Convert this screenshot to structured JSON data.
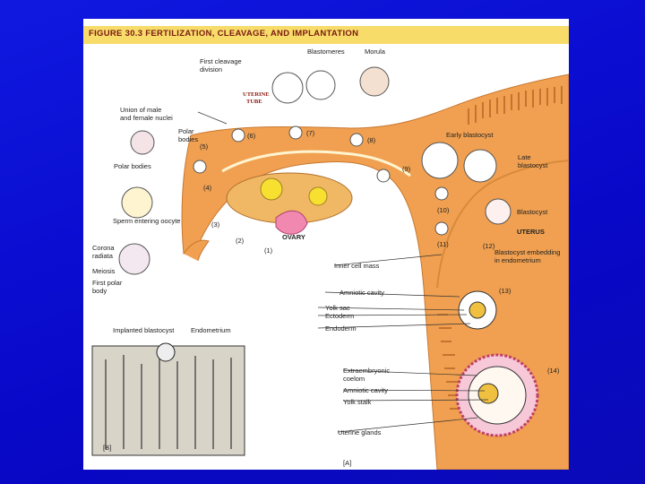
{
  "figure": {
    "title": "FIGURE 30.3  FERTILIZATION, CLEAVAGE, AND IMPLANTATION",
    "part_a": "[A]",
    "part_b": "[B]"
  },
  "labels": {
    "blastomeres": "Blastomeres",
    "morula": "Morula",
    "first_cleavage_1": "First cleavage",
    "first_cleavage_2": "division",
    "uterine_tube_1": "UTERINE",
    "uterine_tube_2": "TUBE",
    "union_1": "Union of male",
    "union_2": "and female nuclei",
    "polar_bodies_1": "Polar",
    "polar_bodies_2": "bodies",
    "polar_bodies_b": "Polar bodies",
    "sperm_entering": "Sperm entering oocyte",
    "corona_1": "Corona",
    "corona_2": "radiata",
    "meiosis": "Meiosis",
    "first_polar_1": "First polar",
    "first_polar_2": "body",
    "ovary": "OVARY",
    "early_blastocyst": "Early blastocyst",
    "late_blastocyst_1": "Late",
    "late_blastocyst_2": "blastocyst",
    "blastocyst": "Blastocyst",
    "uterus": "UTERUS",
    "inner_cell_mass": "Inner cell mass",
    "embedding_1": "Blastocyst embedding",
    "embedding_2": "in endometrium",
    "amniotic_cavity": "Amniotic cavity",
    "yolk_sac": "Yolk sac",
    "ectoderm": "Ectoderm",
    "endoderm": "Endoderm",
    "extraembryonic_1": "Extraembryonic",
    "extraembryonic_2": "coelom",
    "amniotic_cavity_2": "Amniotic cavity",
    "yolk_stalk": "Yolk stalk",
    "uterine_glands": "Uterine glands",
    "implanted_blastocyst": "Implanted blastocyst",
    "endometrium": "Endometrium"
  },
  "steps": {
    "s1": "(1)",
    "s2": "(2)",
    "s3": "(3)",
    "s4": "(4)",
    "s5": "(5)",
    "s6": "(6)",
    "s7": "(7)",
    "s8": "(8)",
    "s9": "(9)",
    "s10": "(10)",
    "s11": "(11)",
    "s12": "(12)",
    "s13": "(13)",
    "s14": "(14)"
  },
  "colors": {
    "slide_background": "#0a10d6",
    "title_bar": "#f7dc6a",
    "tissue_orange": "#f0a050",
    "tissue_dark": "#c87830"
  }
}
